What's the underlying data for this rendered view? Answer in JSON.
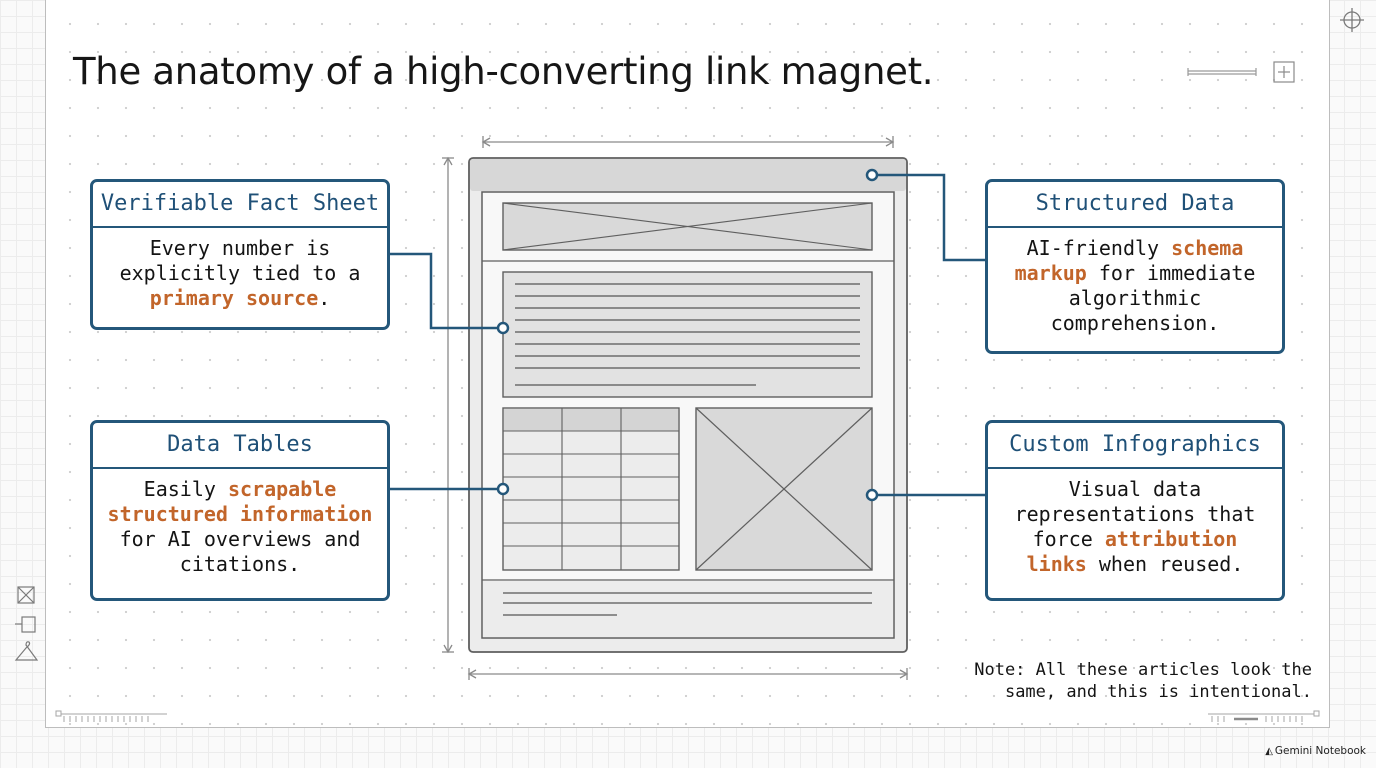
{
  "title": "The anatomy of a high-converting link magnet.",
  "cards": {
    "fact_sheet": {
      "title": "Verifiable Fact Sheet",
      "body": [
        "Every number is\nexplicitly tied to a\n",
        "primary source",
        "."
      ]
    },
    "data_tables": {
      "title": "Data Tables",
      "body": [
        "Easily ",
        "scrapable\nstructured information",
        "\nfor AI overviews and\ncitations."
      ]
    },
    "structured_data": {
      "title": "Structured Data",
      "body": [
        "AI-friendly ",
        "schema\nmarkup",
        " for immediate\nalgorithmic\ncomprehension."
      ]
    },
    "infographics": {
      "title": "Custom Infographics",
      "body": [
        "Visual data\nrepresentations that\nforce ",
        "attribution\nlinks",
        " when reused."
      ]
    }
  },
  "note": "Note: All these articles look the\nsame, and this is intentional.",
  "brand": "Gemini Notebook",
  "colors": {
    "accent_blue": "#24577a",
    "highlight_orange": "#c2652a",
    "wireframe_gray": "#5f5f5f"
  },
  "icons": [
    "crosshair-icon",
    "plus-icon",
    "image-placeholder-icon",
    "frame-icon",
    "hanger-icon",
    "gemini-logo-icon"
  ]
}
